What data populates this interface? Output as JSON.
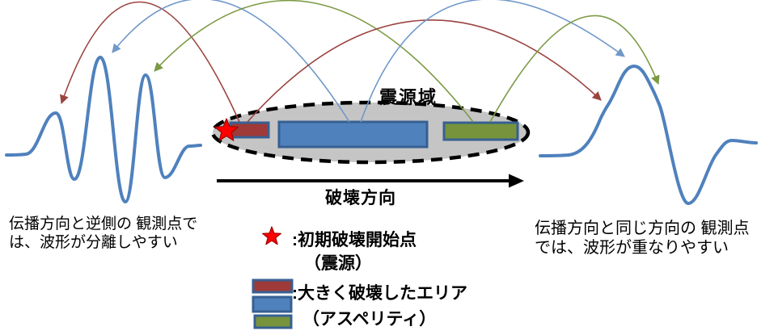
{
  "labels": {
    "source_region": "震源域",
    "rupture_direction": "破壊方向"
  },
  "captions": {
    "left": "伝播方向と逆側の 観測点で\nは、波形が分離しやすい",
    "right": "伝播方向と同じ方向の 観測点\nでは、波形が重なりやすい"
  },
  "legend": {
    "hypocenter_label": ":初期破壊開始点",
    "hypocenter_sublabel": "（震源）",
    "asperity_label": ":大きく破壊したエリア",
    "asperity_sublabel": "（アスペリティ）"
  },
  "icons": {
    "hypocenter_star": "★",
    "rupture_direction_arrow": "→"
  },
  "colors": {
    "waveform_blue": "#4F81BD",
    "asperity_red_fill": "#9E3A38",
    "asperity_blue_fill": "#4F81BD",
    "asperity_green_fill": "#77933C",
    "asperity_border_blue": "#376092",
    "source_region_gray": "#C5C5C5",
    "source_region_border": "#000000",
    "star_red": "#FF0000",
    "arc_red": "#9A4440",
    "arc_blue": "#7098C9",
    "arc_green": "#7C9A44",
    "rupture_arrow_black": "#000000",
    "text_black": "#000000"
  }
}
